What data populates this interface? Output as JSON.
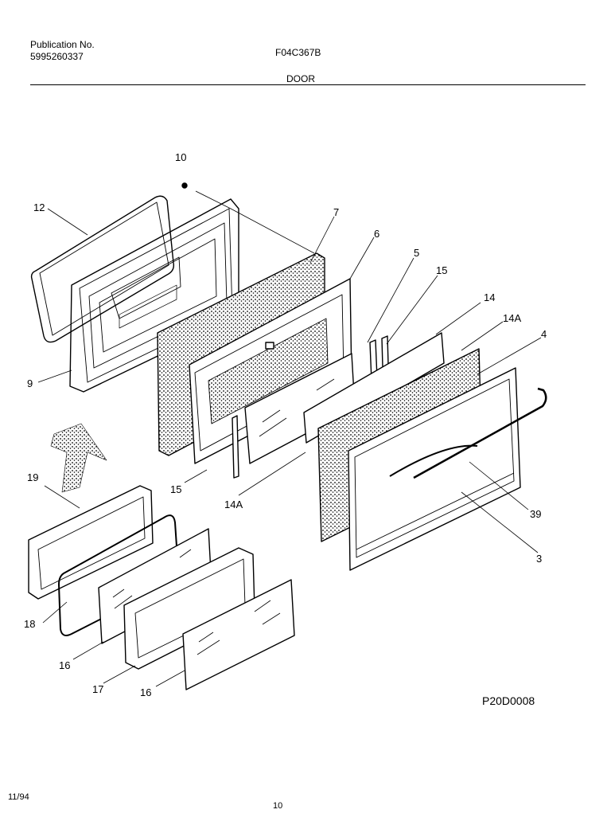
{
  "header": {
    "publication_label": "Publication No.",
    "publication_number": "5995260337",
    "model": "F04C367B",
    "section_title": "DOOR"
  },
  "callouts": {
    "c10": "10",
    "c12": "12",
    "c9": "9",
    "c7": "7",
    "c6": "6",
    "c5": "5",
    "c15a": "15",
    "c14": "14",
    "c14Aa": "14A",
    "c4": "4",
    "c15b": "15",
    "c14Ab": "14A",
    "c39": "39",
    "c3": "3",
    "c19": "19",
    "c18": "18",
    "c16a": "16",
    "c17": "17",
    "c16b": "16"
  },
  "footer": {
    "diagram_code": "P20D0008",
    "date": "11/94",
    "page": "10"
  }
}
